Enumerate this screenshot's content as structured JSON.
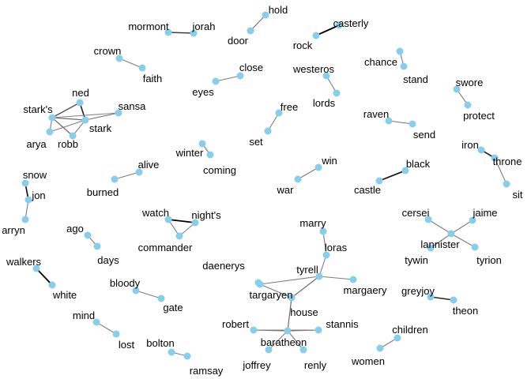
{
  "colors": {
    "node": "#87ceeb",
    "background": "#ffffff",
    "label": "#000000",
    "edge_weak": "#b3b3b3",
    "edge_strong": "#000000"
  },
  "nodes": [
    {
      "id": "mormont",
      "label": "mormont"
    },
    {
      "id": "jorah",
      "label": "jorah"
    },
    {
      "id": "hold",
      "label": "hold"
    },
    {
      "id": "door",
      "label": "door"
    },
    {
      "id": "casterly",
      "label": "casterly"
    },
    {
      "id": "rock",
      "label": "rock"
    },
    {
      "id": "crown",
      "label": "crown"
    },
    {
      "id": "faith",
      "label": "faith"
    },
    {
      "id": "close",
      "label": "close"
    },
    {
      "id": "eyes",
      "label": "eyes"
    },
    {
      "id": "westeros",
      "label": "westeros"
    },
    {
      "id": "lords",
      "label": "lords"
    },
    {
      "id": "chance",
      "label": "chance"
    },
    {
      "id": "stand",
      "label": "stand"
    },
    {
      "id": "swore",
      "label": "swore"
    },
    {
      "id": "protect",
      "label": "protect"
    },
    {
      "id": "ned",
      "label": "ned"
    },
    {
      "id": "starks",
      "label": "stark's"
    },
    {
      "id": "sansa",
      "label": "sansa"
    },
    {
      "id": "stark",
      "label": "stark"
    },
    {
      "id": "arya",
      "label": "arya"
    },
    {
      "id": "robb",
      "label": "robb"
    },
    {
      "id": "free",
      "label": "free"
    },
    {
      "id": "set",
      "label": "set"
    },
    {
      "id": "raven",
      "label": "raven"
    },
    {
      "id": "send",
      "label": "send"
    },
    {
      "id": "iron",
      "label": "iron"
    },
    {
      "id": "throne",
      "label": "throne"
    },
    {
      "id": "sit",
      "label": "sit"
    },
    {
      "id": "winter",
      "label": "winter"
    },
    {
      "id": "coming",
      "label": "coming"
    },
    {
      "id": "alive",
      "label": "alive"
    },
    {
      "id": "burned",
      "label": "burned"
    },
    {
      "id": "win",
      "label": "win"
    },
    {
      "id": "war",
      "label": "war"
    },
    {
      "id": "black",
      "label": "black"
    },
    {
      "id": "castle",
      "label": "castle"
    },
    {
      "id": "snow",
      "label": "snow"
    },
    {
      "id": "jon",
      "label": "jon"
    },
    {
      "id": "arryn",
      "label": "arryn"
    },
    {
      "id": "watch",
      "label": "watch"
    },
    {
      "id": "nights",
      "label": "night's"
    },
    {
      "id": "commander",
      "label": "commander"
    },
    {
      "id": "cersei",
      "label": "cersei"
    },
    {
      "id": "jaime",
      "label": "jaime"
    },
    {
      "id": "lannister",
      "label": "lannister"
    },
    {
      "id": "tywin",
      "label": "tywin"
    },
    {
      "id": "tyrion",
      "label": "tyrion"
    },
    {
      "id": "ago",
      "label": "ago"
    },
    {
      "id": "days",
      "label": "days"
    },
    {
      "id": "marry",
      "label": "marry"
    },
    {
      "id": "loras",
      "label": "loras"
    },
    {
      "id": "tyrell",
      "label": "tyrell"
    },
    {
      "id": "margaery",
      "label": "margaery"
    },
    {
      "id": "daenerys",
      "label": "daenerys"
    },
    {
      "id": "targaryen",
      "label": "targaryen"
    },
    {
      "id": "house",
      "label": "house"
    },
    {
      "id": "walkers",
      "label": "walkers"
    },
    {
      "id": "white",
      "label": "white"
    },
    {
      "id": "bloody",
      "label": "bloody"
    },
    {
      "id": "gate",
      "label": "gate"
    },
    {
      "id": "greyjoy",
      "label": "greyjoy"
    },
    {
      "id": "theon",
      "label": "theon"
    },
    {
      "id": "mind",
      "label": "mind"
    },
    {
      "id": "lost",
      "label": "lost"
    },
    {
      "id": "robert",
      "label": "robert"
    },
    {
      "id": "stannis",
      "label": "stannis"
    },
    {
      "id": "baratheon",
      "label": "baratheon"
    },
    {
      "id": "joffrey",
      "label": "joffrey"
    },
    {
      "id": "renly",
      "label": "renly"
    },
    {
      "id": "children",
      "label": "children"
    },
    {
      "id": "women",
      "label": "women"
    },
    {
      "id": "bolton",
      "label": "bolton"
    },
    {
      "id": "ramsay",
      "label": "ramsay"
    }
  ],
  "edges": [
    {
      "source": "mormont",
      "target": "jorah",
      "strength": 0.65
    },
    {
      "source": "hold",
      "target": "door",
      "strength": 0.35
    },
    {
      "source": "rock",
      "target": "casterly",
      "strength": 1.0
    },
    {
      "source": "crown",
      "target": "faith",
      "strength": 0.3
    },
    {
      "source": "eyes",
      "target": "close",
      "strength": 0.3
    },
    {
      "source": "westeros",
      "target": "lords",
      "strength": 0.3
    },
    {
      "source": "chance",
      "target": "stand",
      "strength": 0.3
    },
    {
      "source": "swore",
      "target": "protect",
      "strength": 0.3
    },
    {
      "source": "ned",
      "target": "starks",
      "strength": 0.55
    },
    {
      "source": "ned",
      "target": "stark",
      "strength": 0.8
    },
    {
      "source": "starks",
      "target": "stark",
      "strength": 0.4
    },
    {
      "source": "starks",
      "target": "robb",
      "strength": 0.4
    },
    {
      "source": "starks",
      "target": "arya",
      "strength": 0.3
    },
    {
      "source": "stark",
      "target": "sansa",
      "strength": 0.35
    },
    {
      "source": "stark",
      "target": "arya",
      "strength": 0.3
    },
    {
      "source": "stark",
      "target": "robb",
      "strength": 0.3
    },
    {
      "source": "starks",
      "target": "sansa",
      "strength": 0.25
    },
    {
      "source": "free",
      "target": "set",
      "strength": 0.3
    },
    {
      "source": "raven",
      "target": "send",
      "strength": 0.3
    },
    {
      "source": "iron",
      "target": "throne",
      "strength": 0.8
    },
    {
      "source": "throne",
      "target": "sit",
      "strength": 0.3
    },
    {
      "source": "winter",
      "target": "coming",
      "strength": 0.3
    },
    {
      "source": "alive",
      "target": "burned",
      "strength": 0.3
    },
    {
      "source": "win",
      "target": "war",
      "strength": 0.3
    },
    {
      "source": "black",
      "target": "castle",
      "strength": 0.9
    },
    {
      "source": "snow",
      "target": "jon",
      "strength": 0.9
    },
    {
      "source": "jon",
      "target": "arryn",
      "strength": 0.3
    },
    {
      "source": "watch",
      "target": "nights",
      "strength": 1.0
    },
    {
      "source": "watch",
      "target": "commander",
      "strength": 0.3
    },
    {
      "source": "nights",
      "target": "commander",
      "strength": 0.3
    },
    {
      "source": "cersei",
      "target": "lannister",
      "strength": 0.3
    },
    {
      "source": "jaime",
      "target": "lannister",
      "strength": 0.3
    },
    {
      "source": "tywin",
      "target": "lannister",
      "strength": 0.3
    },
    {
      "source": "tyrion",
      "target": "lannister",
      "strength": 0.3
    },
    {
      "source": "ago",
      "target": "days",
      "strength": 0.3
    },
    {
      "source": "marry",
      "target": "loras",
      "strength": 0.3
    },
    {
      "source": "loras",
      "target": "tyrell",
      "strength": 0.3
    },
    {
      "source": "tyrell",
      "target": "margaery",
      "strength": 0.3
    },
    {
      "source": "tyrell",
      "target": "targaryen",
      "strength": 0.3
    },
    {
      "source": "tyrell",
      "target": "house",
      "strength": 0.4
    },
    {
      "source": "daenerys",
      "target": "targaryen",
      "strength": 0.85
    },
    {
      "source": "targaryen",
      "target": "house",
      "strength": 0.3
    },
    {
      "source": "house",
      "target": "baratheon",
      "strength": 0.4
    },
    {
      "source": "walkers",
      "target": "white",
      "strength": 1.0
    },
    {
      "source": "bloody",
      "target": "gate",
      "strength": 0.3
    },
    {
      "source": "greyjoy",
      "target": "theon",
      "strength": 0.8
    },
    {
      "source": "mind",
      "target": "lost",
      "strength": 0.3
    },
    {
      "source": "robert",
      "target": "baratheon",
      "strength": 0.4
    },
    {
      "source": "stannis",
      "target": "baratheon",
      "strength": 0.4
    },
    {
      "source": "joffrey",
      "target": "baratheon",
      "strength": 0.3
    },
    {
      "source": "renly",
      "target": "baratheon",
      "strength": 0.3
    },
    {
      "source": "robert",
      "target": "stannis",
      "strength": 0.25
    },
    {
      "source": "children",
      "target": "women",
      "strength": 0.3
    },
    {
      "source": "bolton",
      "target": "ramsay",
      "strength": 0.3
    }
  ]
}
